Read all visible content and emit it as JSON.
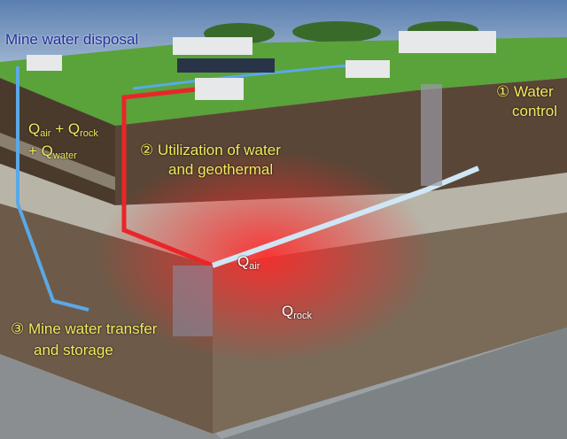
{
  "labels": {
    "disposal": "Mine water disposal",
    "water_control_line1": "① Water",
    "water_control_line2": "control",
    "q_air": "Q",
    "q_air_sub": "air",
    "plus": "+",
    "q_rock": "Q",
    "q_rock_sub": "rock",
    "q_water": "Q",
    "q_water_sub": "water",
    "utilization_line1": "② Utilization of water",
    "utilization_line2": "and geothermal",
    "transfer_line1": "③ Mine water transfer",
    "transfer_line2": "and storage",
    "qair_center": "Q",
    "qair_center_sub": "air",
    "qrock_center": "Q",
    "qrock_center_sub": "rock"
  },
  "colors": {
    "label_yellow": "#f2ea5e",
    "title_blue": "#1d2f9a",
    "heat_red": "#e8262a",
    "cold_blue": "#5aa8e6"
  }
}
